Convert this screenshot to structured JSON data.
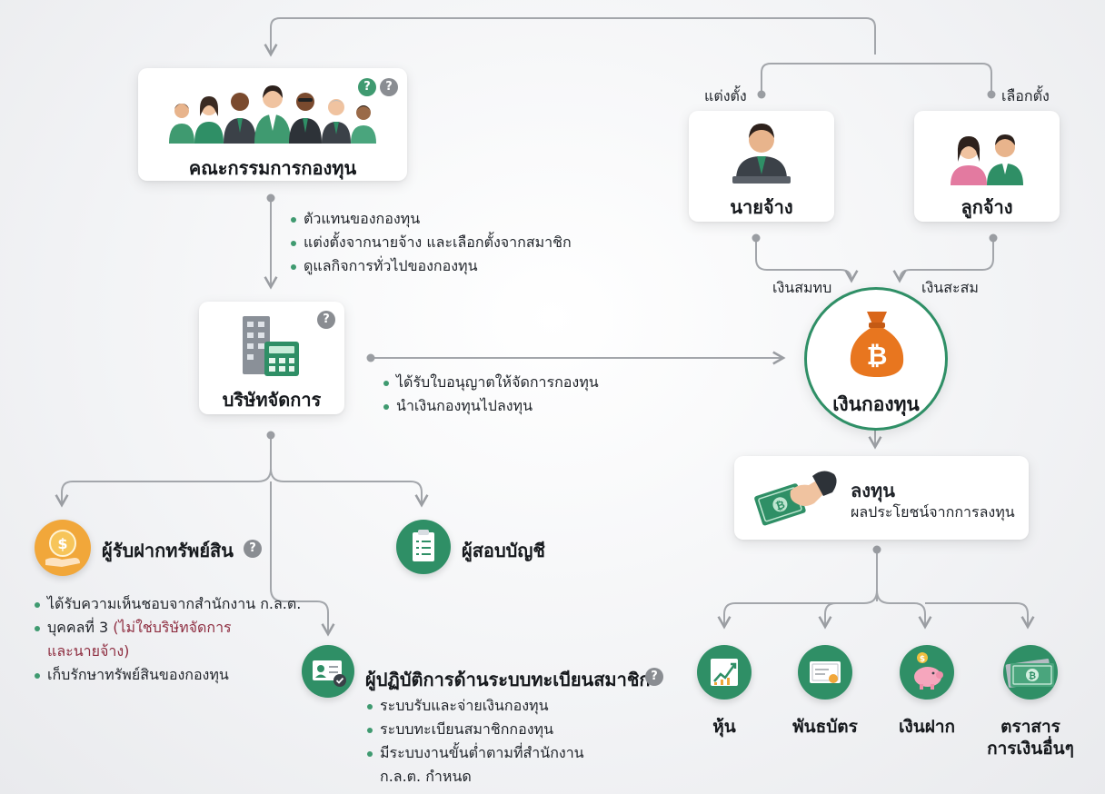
{
  "committee": {
    "title": "คณะกรรมการกองทุน",
    "help_left": "?",
    "help_right": "?"
  },
  "committee_roles": [
    "ตัวแทนของกองทุน",
    "แต่งตั้งจากนายจ้าง และเลือกตั้งจากสมาชิก",
    "ดูแลกิจการทั่วไปของกองทุน"
  ],
  "appoint_label": "แต่งตั้ง",
  "elect_label": "เลือกตั้ง",
  "employer": {
    "title": "นายจ้าง"
  },
  "employee": {
    "title": "ลูกจ้าง"
  },
  "contribution_label": "เงินสมทบ",
  "savings_label": "เงินสะสม",
  "fund": {
    "title": "เงินกองทุน"
  },
  "company": {
    "title": "บริษัทจัดการ",
    "help": "?"
  },
  "company_roles": [
    "ได้รับใบอนุญาตให้จัดการกองทุน",
    "นำเงินกองทุนไปลงทุน"
  ],
  "invest": {
    "title": "ลงทุน",
    "subtitle": "ผลประโยชน์จากการลงทุน"
  },
  "custodian": {
    "title": "ผู้รับฝากทรัพย์สิน",
    "help": "?"
  },
  "custodian_roles": {
    "r1": "ได้รับความเห็นชอบจากสำนักงาน ก.ล.ต.",
    "r2_prefix": "บุคคลที่ 3 ",
    "r2_highlight_line1": "(ไม่ใช่บริษัทจัดการ",
    "r2_highlight_line2": "และนายจ้าง)",
    "r3": "เก็บรักษาทรัพย์สินของกองทุน"
  },
  "auditor": {
    "title": "ผู้สอบบัญชี"
  },
  "registrar": {
    "title": "ผู้ปฏิบัติการด้านระบบทะเบียนสมาชิก",
    "help": "?"
  },
  "registrar_roles": {
    "r1": "ระบบรับและจ่ายเงินกองทุน",
    "r2": "ระบบทะเบียนสมาชิกกองทุน",
    "r3_line1": "มีระบบงานขั้นต่ำตามที่สำนักงาน",
    "r3_line2": "ก.ล.ต. กำหนด"
  },
  "assets": [
    {
      "label": "หุ้น",
      "icon": "stock-chart-icon"
    },
    {
      "label": "พันธบัตร",
      "icon": "bond-certificate-icon"
    },
    {
      "label": "เงินฝาก",
      "icon": "piggy-bank-icon"
    },
    {
      "label_line1": "ตราสาร",
      "label_line2": "การเงินอื่นๆ",
      "icon": "banknote-icon"
    }
  ],
  "colors": {
    "accent_green": "#2f8f66",
    "connector_gray": "#9a9da2",
    "orange": "#e8761f",
    "highlight_red": "#8e2d40"
  }
}
